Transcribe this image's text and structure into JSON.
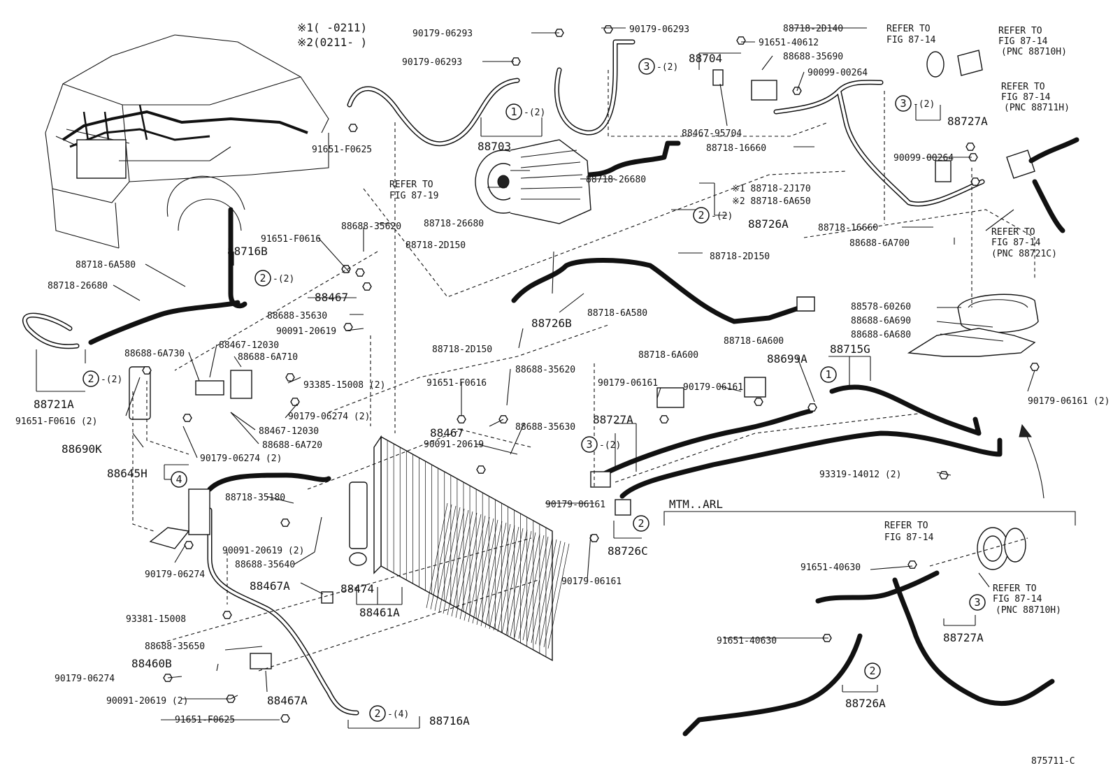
{
  "notes": {
    "note1": "※1(      -0211)",
    "note2": "※2(0211-      )"
  },
  "figure_code": "875711-C",
  "section_title": "MTM..ARL",
  "callouts": [
    {
      "id": "c-88703",
      "num": "1",
      "qty": "-(2)"
    },
    {
      "id": "c-88704",
      "num": "3",
      "qty": "-(2)"
    },
    {
      "id": "c-88727A-top",
      "num": "3",
      "qty": "-(2)"
    },
    {
      "id": "c-88726A",
      "num": "2",
      "qty": "-(2)"
    },
    {
      "id": "c-88716B",
      "num": "2",
      "qty": "-(2)"
    },
    {
      "id": "c-88721A",
      "num": "2",
      "qty": "-(2)"
    },
    {
      "id": "c-88715G",
      "num": "1",
      "qty": ""
    },
    {
      "id": "c-88727A-mid",
      "num": "3",
      "qty": "-(2)"
    },
    {
      "id": "c-88726C",
      "num": "2",
      "qty": ""
    },
    {
      "id": "c-88645H",
      "num": "4",
      "qty": ""
    },
    {
      "id": "c-88716A",
      "num": "2",
      "qty": "-(4)"
    },
    {
      "id": "c-88727A-ins",
      "num": "3",
      "qty": ""
    },
    {
      "id": "c-88726A-ins",
      "num": "2",
      "qty": ""
    }
  ],
  "labels": [
    "90179-06293",
    "90179-06293",
    "90179-06293",
    "88704",
    "88718-2D140",
    "REFER TO",
    "FIG 87-14",
    "REFER TO",
    "FIG 87-14",
    "(PNC 88710H)",
    "91651-40612",
    "88688-35690",
    "90099-00264",
    "REFER TO",
    "FIG 87-14",
    "(PNC 88711H)",
    "88703",
    "91651-F0625",
    "REFER TO",
    "FIG 87-19",
    "88467-95704",
    "88718-16660",
    "88727A",
    "90099-00264",
    "88718-26680",
    "※1 88718-2J170",
    "※2 88718-6A650",
    "88726A",
    "88718-26680",
    "88718-2D150",
    "88718-2D150",
    "88718-16660",
    "88688-6A700",
    "REFER TO",
    "FIG 87-14",
    "(PNC 88721C)",
    "88688-35620",
    "91651-F0616",
    "88716B",
    "88718-6A580",
    "88718-26680",
    "88467",
    "88688-35630",
    "90091-20619",
    "88726B",
    "88718-6A580",
    "88718-2D150",
    "88578-60260",
    "88688-6A690",
    "88688-6A680",
    "88688-6A730",
    "88467-12030",
    "88688-6A710",
    "88721A",
    "91651-F0616 (2)",
    "93385-15008 (2)",
    "88718-6A600",
    "88718-6A600",
    "88699A",
    "88715G",
    "90179-06274 (2)",
    "88467-12030",
    "88688-6A720",
    "88690K",
    "88688-35620",
    "91651-F0616",
    "90179-06161",
    "90179-06161",
    "88467",
    "88688-35630",
    "90091-20619",
    "88727A",
    "90179-06161 (2)",
    "88645H",
    "90179-06274 (2)",
    "93319-14012 (2)",
    "88718-35180",
    "90179-06161",
    "90091-20619 (2)",
    "88688-35640",
    "88726C",
    "90179-06274",
    "88467A",
    "88474",
    "88461A",
    "90179-06161",
    "93381-15008",
    "REFER TO",
    "FIG 87-14",
    "91651-40630",
    "REFER TO",
    "FIG 87-14",
    "(PNC 88710H)",
    "88688-35650",
    "88460B",
    "90179-06274",
    "90091-20619 (2)",
    "88467A",
    "88727A",
    "91651-F0625",
    "88716A",
    "91651-40630",
    "88726A"
  ]
}
